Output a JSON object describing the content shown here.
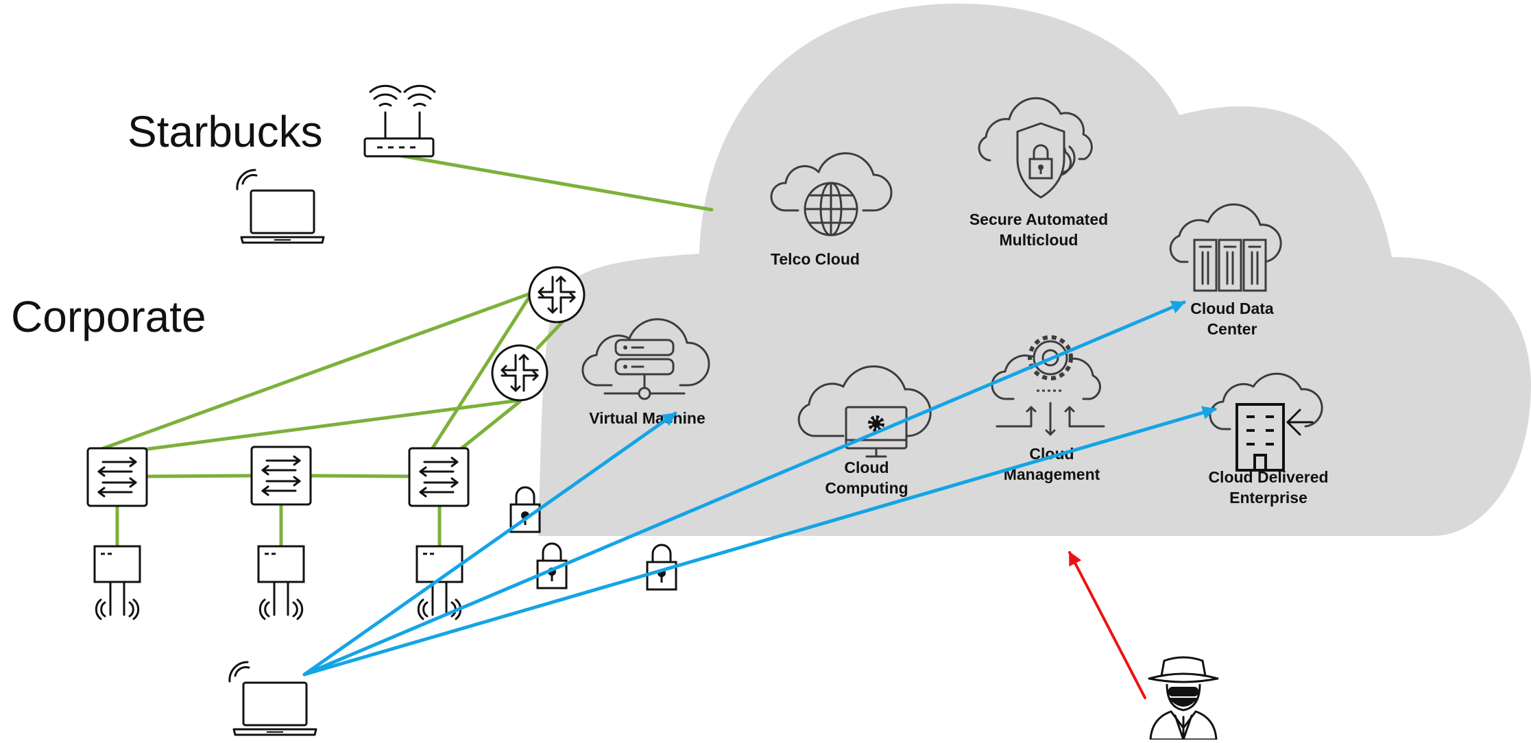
{
  "sites": {
    "starbucks": "Starbucks",
    "corporate": "Corporate"
  },
  "cloud_services": {
    "telco_cloud": "Telco Cloud",
    "secure_multicloud_line1": "Secure Automated",
    "secure_multicloud_line2": "Multicloud",
    "cloud_data_center_line1": "Cloud Data",
    "cloud_data_center_line2": "Center",
    "virtual_machine": "Virtual Machine",
    "cloud_computing_line1": "Cloud",
    "cloud_computing_line2": "Computing",
    "cloud_management_line1": "Cloud",
    "cloud_management_line2": "Management",
    "cloud_delivered_line1": "Cloud Delivered",
    "cloud_delivered_line2": "Enterprise"
  },
  "colors": {
    "cloud_fill": "#d9d9d9",
    "link_green": "#7cb13a",
    "link_blue": "#14a4e6",
    "threat_red": "#ee1111",
    "icon_gray": "#3c3c3c"
  },
  "icons": {
    "starbucks_router": "wifi-router-icon",
    "starbucks_laptop": "laptop-icon",
    "routers": "router-icon",
    "switches": "switch-icon",
    "access_points": "access-point-icon",
    "locks": "lock-icon",
    "corporate_laptop": "laptop-icon",
    "attacker": "hacker-icon"
  }
}
